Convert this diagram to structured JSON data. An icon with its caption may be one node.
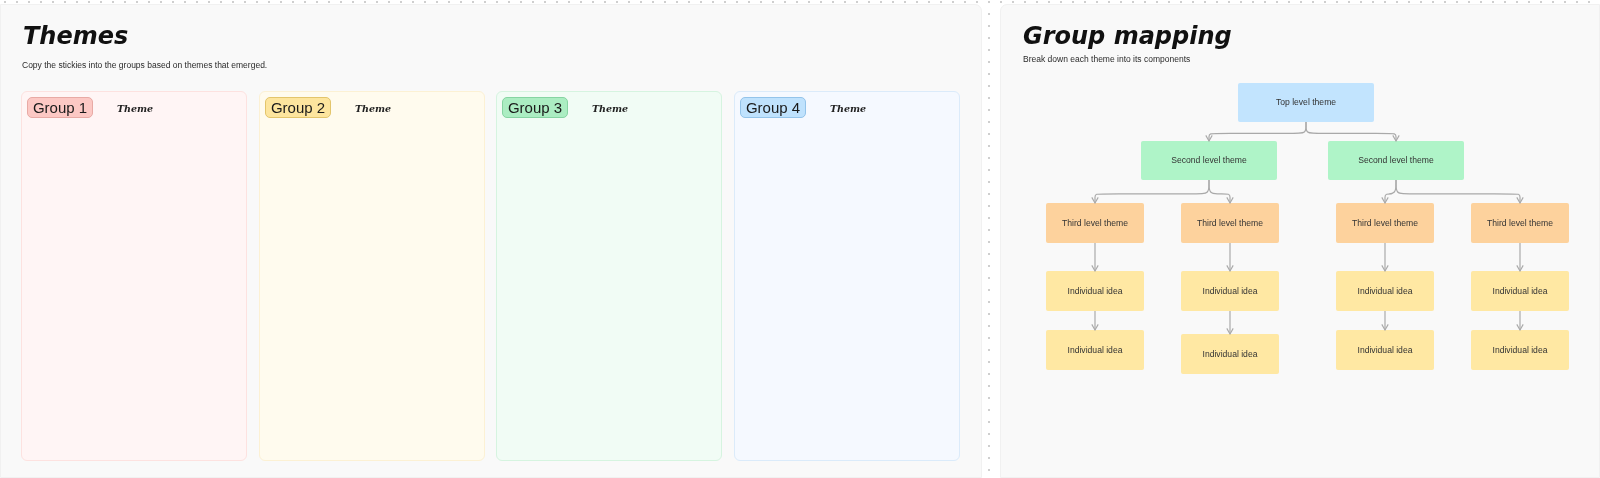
{
  "diagram": {
    "nodes": [
      {
        "text": [
          "Themes",
          "Copy the stickies into the groups based on themes that emerged."
        ]
      },
      {
        "text": [
          "Theme"
        ],
        "in": 0
      },
      {
        "text": [
          "Group 1"
        ],
        "in": 1
      },
      {
        "text": [
          "Theme"
        ],
        "in": 0
      },
      {
        "text": [
          "Group 2"
        ],
        "in": 3
      },
      {
        "text": [
          "Theme"
        ],
        "in": 0
      },
      {
        "text": [
          "Group 3"
        ],
        "in": 5
      },
      {
        "text": [
          "Theme"
        ],
        "in": 0
      },
      {
        "text": [
          "Group 4"
        ],
        "in": 7
      },
      {
        "text": [
          "Group mapping",
          "Break down each theme into its components"
        ]
      },
      {
        "text": [
          "Top level theme"
        ],
        "in": 9
      },
      {
        "text": [
          "Second level theme"
        ],
        "in": 9
      },
      {
        "text": [
          "Second level theme"
        ],
        "in": 9
      },
      {
        "text": [
          "Third level theme"
        ],
        "in": 9
      },
      {
        "text": [
          "Third level theme"
        ],
        "in": 9
      },
      {
        "text": [
          "Third level theme"
        ],
        "in": 9
      },
      {
        "text": [
          "Third level theme"
        ],
        "in": 9
      },
      {
        "text": [
          "Individual idea"
        ],
        "in": 9
      },
      {
        "text": [
          "Individual idea"
        ],
        "in": 9
      },
      {
        "text": [
          "Individual idea"
        ],
        "in": 9
      },
      {
        "text": [
          "Individual idea"
        ],
        "in": 9
      },
      {
        "text": [
          "Individual idea"
        ],
        "in": 9
      },
      {
        "text": [
          "Individual idea"
        ],
        "in": 9
      },
      {
        "text": [
          "Individual idea"
        ],
        "in": 9
      },
      {
        "text": [
          "Individual idea"
        ],
        "in": 9
      }
    ],
    "edges": [
      {
        "from": 10,
        "to": 11,
        "arrow": "to"
      },
      {
        "from": 10,
        "to": 12,
        "arrow": "to"
      },
      {
        "from": 11,
        "to": 13,
        "arrow": "to"
      },
      {
        "from": 11,
        "to": 14,
        "arrow": "to"
      },
      {
        "from": 12,
        "to": 15,
        "arrow": "to"
      },
      {
        "from": 12,
        "to": 16,
        "arrow": "to"
      },
      {
        "from": 13,
        "to": 17,
        "arrow": "to"
      },
      {
        "from": 14,
        "to": 18,
        "arrow": "to"
      },
      {
        "from": 15,
        "to": 19,
        "arrow": "to"
      },
      {
        "from": 16,
        "to": 20,
        "arrow": "to"
      },
      {
        "from": 17,
        "to": 21,
        "arrow": "to"
      },
      {
        "from": 18,
        "to": 22,
        "arrow": "to"
      },
      {
        "from": 19,
        "to": 23,
        "arrow": "to"
      },
      {
        "from": 20,
        "to": 24,
        "arrow": "to"
      }
    ]
  }
}
